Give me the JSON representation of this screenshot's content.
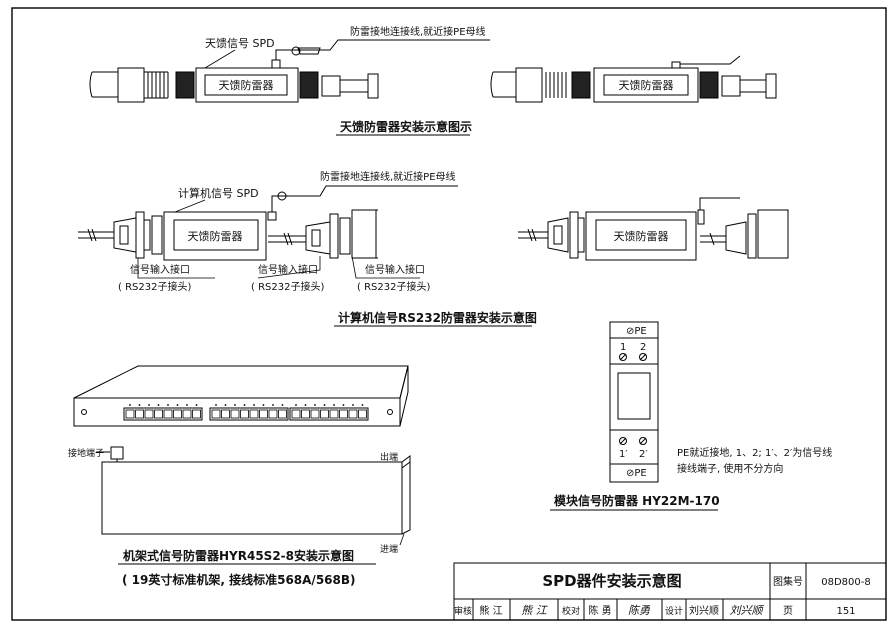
{
  "antenna": {
    "spd_label": "天馈信号 SPD",
    "ground_note": "防雷接地连接线,就近接PE母线",
    "device": "天馈防雷器",
    "device_right": "天馈防雷器",
    "title": "天馈防雷器安装示意图示"
  },
  "rs232": {
    "spd_label": "计算机信号 SPD",
    "ground_note": "防雷接地连接线,就近接PE母线",
    "device": "天馈防雷器",
    "device_right": "天馈防雷器",
    "port1": "信号输入接口",
    "port1_sub": "( RS232子接头)",
    "port2": "信号输入接口",
    "port2_sub": "( RS232子接头)",
    "port3": "信号输入接口",
    "port3_sub": "( RS232子接头)",
    "title": "计算机信号RS232防雷器安装示意图"
  },
  "module": {
    "pe_top": "⊘PE",
    "t1": "1",
    "t2": "2",
    "b1": "1′",
    "b2": "2′",
    "pe_bottom": "⊘PE",
    "note_line1": "PE就近接地, 1、2; 1′、2′为信号线",
    "note_line2": "接线端子, 使用不分方向",
    "title": "模块信号防雷器 HY22M-170"
  },
  "rack": {
    "ground_terminal": "接地端子",
    "out_label": "出端",
    "in_label": "进端",
    "title": "机架式信号防雷器HYR45S2-8安装示意图",
    "subtitle": "( 19英寸标准机架, 接线标准568A/568B)"
  },
  "titleblock": {
    "title": "SPD器件安装示意图",
    "atlas_label": "图集号",
    "atlas_no": "08D800-8",
    "review_label": "审核",
    "review_name": "熊 江",
    "review_sign": "熊 江",
    "check_label": "校对",
    "check_name": "陈 勇",
    "check_sign": "陈勇",
    "design_label": "设计",
    "design_name": "刘兴顺",
    "design_sign": "刘兴顺",
    "page_label": "页",
    "page_no": "151"
  }
}
